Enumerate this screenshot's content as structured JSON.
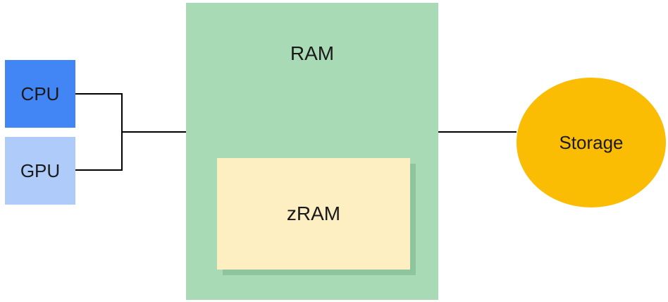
{
  "diagram": {
    "cpu": {
      "label": "CPU",
      "color": "#4285f4"
    },
    "gpu": {
      "label": "GPU",
      "color": "#aecbfa"
    },
    "ram": {
      "label": "RAM",
      "color": "#a8dab5"
    },
    "zram": {
      "label": "zRAM",
      "color": "#feefc3",
      "shadow_color": "#8fc59e"
    },
    "storage": {
      "label": "Storage",
      "color": "#fbbc04"
    },
    "connector_color": "#000000"
  }
}
